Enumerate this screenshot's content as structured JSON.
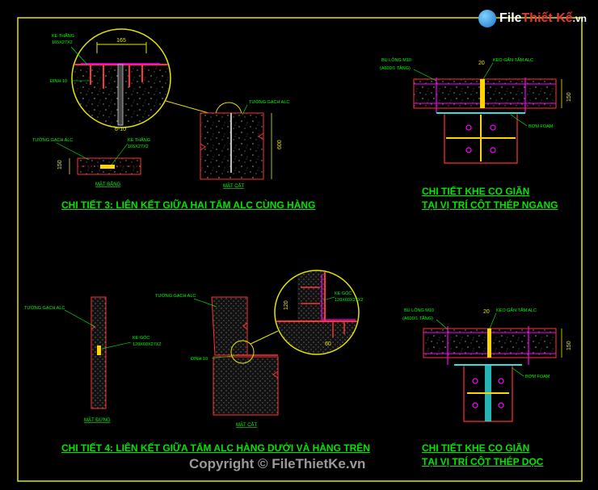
{
  "watermark": {
    "logo_part1": "File",
    "logo_part2": "Thiết Kế",
    "logo_part3": ".vn",
    "copyright": "Copyright © FileThietKe.vn"
  },
  "colors": {
    "background": "#000000",
    "frame": "#e6e600",
    "title": "#00e600",
    "label": "#00ff00",
    "wall": "#ff3333",
    "dim": "#e6e600",
    "bolt": "#ff00ff",
    "steel": "#2fe0e0"
  },
  "detail3": {
    "title": "CHI TIẾT 3: LIÊN KẾT GIỮA HAI TẤM ALC CÙNG HÀNG",
    "label_ke_thang": "KE THẲNG",
    "label_ke_thang_size": "165X27X2",
    "label_dinh": "ĐINH 10",
    "dim_165": "165",
    "dim_610": "6-10",
    "label_tuong_gach_left": "TƯỜNG GẠCH ALC",
    "label_ke_thang_b": "KE THẲNG",
    "label_ke_thang_size_b": "165X27X2",
    "dim_150": "150",
    "label_mat_bang": "MẶT BẰNG",
    "label_tuong_gach_right": "TƯỜNG GẠCH ALC",
    "dim_600": "600",
    "label_mat_cat": "MẶT CẮT"
  },
  "detail_ngang": {
    "title_line1": "CHI TIẾT KHE CO GIÃN",
    "title_line2": "TẠI VỊ TRÍ CỘT THÉP NGANG",
    "label_bu_long": "BU LÔNG M10",
    "label_bu_long_sub": "(A600/1 TẦNG)",
    "dim_20": "20",
    "label_keo": "KEO GẮN TẤM ALC",
    "dim_150": "150",
    "label_bom_foam": "BƠM FOAM"
  },
  "detail4": {
    "title": "CHI TIẾT 4:  LIÊN KẾT GIỮA TẤM ALC HÀNG DƯỚI VÀ HÀNG TRÊN",
    "label_tuong_gach_a": "TƯỜNG GẠCH ALC",
    "label_ke_goc": "KE GÓC",
    "label_ke_goc_size": "120X60X27X2",
    "label_mat_dung": "MẶT ĐỨNG",
    "label_tuong_gach_b": "TƯỜNG GẠCH ALC",
    "label_dinh": "ĐINH 10",
    "label_mat_cat": "MẶT CẮT",
    "label_ke_goc_b": "KE GÓC",
    "label_ke_goc_size_b": "120X60X27X2",
    "dim_120": "120",
    "dim_60": "60"
  },
  "detail_doc": {
    "title_line1": "CHI TIẾT KHE CO GIÃN",
    "title_line2": "TẠI VỊ TRÍ CỘT THÉP DỌC",
    "label_bu_long": "BU LÔNG M10",
    "label_bu_long_sub": "(A600/1 TẦNG)",
    "dim_20": "20",
    "label_keo": "KEO GẮN TẤM ALC",
    "dim_150": "150",
    "label_bom_foam": "BƠM FOAM"
  }
}
